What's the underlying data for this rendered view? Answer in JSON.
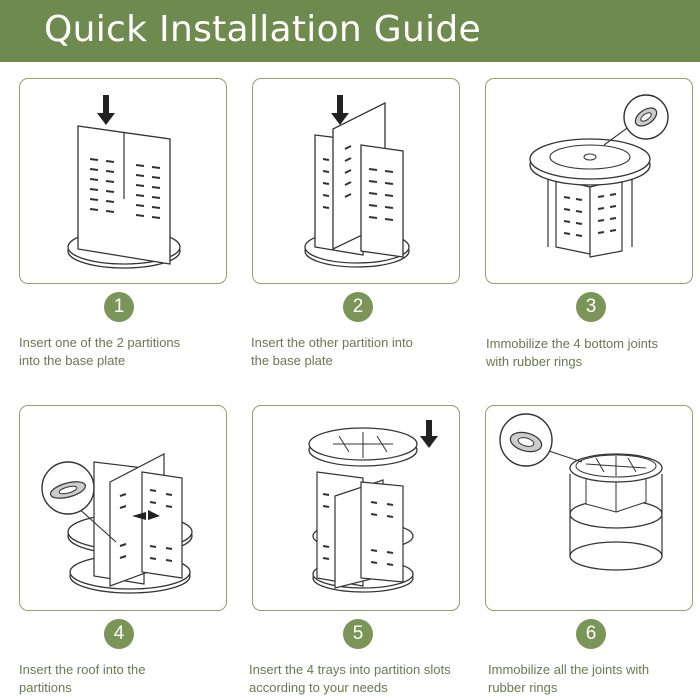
{
  "header": {
    "title": "Quick Installation Guide"
  },
  "steps": [
    {
      "number": "1",
      "caption_line1": "Insert one of the 2 partitions",
      "caption_line2": "into the base plate"
    },
    {
      "number": "2",
      "caption_line1": "Insert the other partition into",
      "caption_line2": "the base plate"
    },
    {
      "number": "3",
      "caption_line1": "Immobilize the 4 bottom joints",
      "caption_line2": "with rubber rings"
    },
    {
      "number": "4",
      "caption_line1": "Insert the roof into the",
      "caption_line2": "partitions"
    },
    {
      "number": "5",
      "caption_line1": "Insert the 4 trays into partition slots",
      "caption_line2": "according to your needs"
    },
    {
      "number": "6",
      "caption_line1": "Immobilize all the joints with",
      "caption_line2": "rubber rings"
    }
  ],
  "colors": {
    "header_bg": "#6f8a4e",
    "accent": "#7b9457",
    "border": "#8fa06d",
    "line": "#3a3a3a"
  },
  "icons": [
    "down-arrow-icon",
    "rubber-ring-zoom-icon"
  ]
}
